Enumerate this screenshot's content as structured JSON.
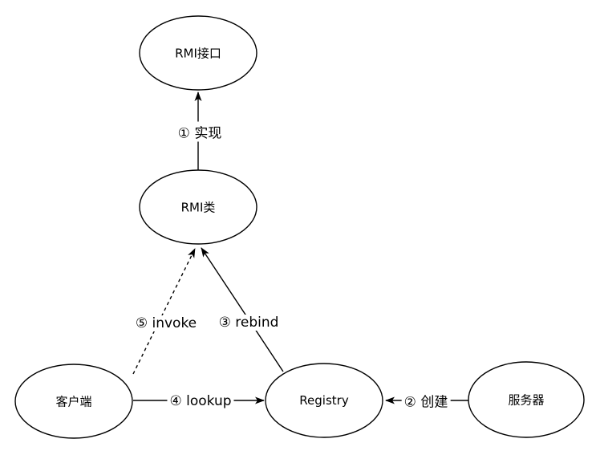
{
  "colors": {
    "background": "#ffffff",
    "node_stroke": "#000000",
    "node_fill": "#ffffff",
    "edge_stroke": "#000000",
    "text": "#000000"
  },
  "nodes": {
    "rmi_interface": {
      "label": "RMI接口"
    },
    "rmi_class": {
      "label": "RMI类"
    },
    "client": {
      "label": "客户端"
    },
    "registry": {
      "label": "Registry"
    },
    "server": {
      "label": "服务器"
    }
  },
  "edges": {
    "implement": {
      "label": "① 实现",
      "from": "RMI类",
      "to": "RMI接口",
      "line_style": "solid"
    },
    "create": {
      "label": "② 创建",
      "from": "服务器",
      "to": "Registry",
      "line_style": "solid"
    },
    "rebind": {
      "label": "③ rebind",
      "from": "Registry",
      "to": "RMI类",
      "line_style": "solid"
    },
    "lookup": {
      "label": "④ lookup",
      "from": "客户端",
      "to": "Registry",
      "line_style": "solid"
    },
    "invoke": {
      "label": "⑤ invoke",
      "from": "客户端",
      "to": "RMI类",
      "line_style": "dashed"
    }
  }
}
